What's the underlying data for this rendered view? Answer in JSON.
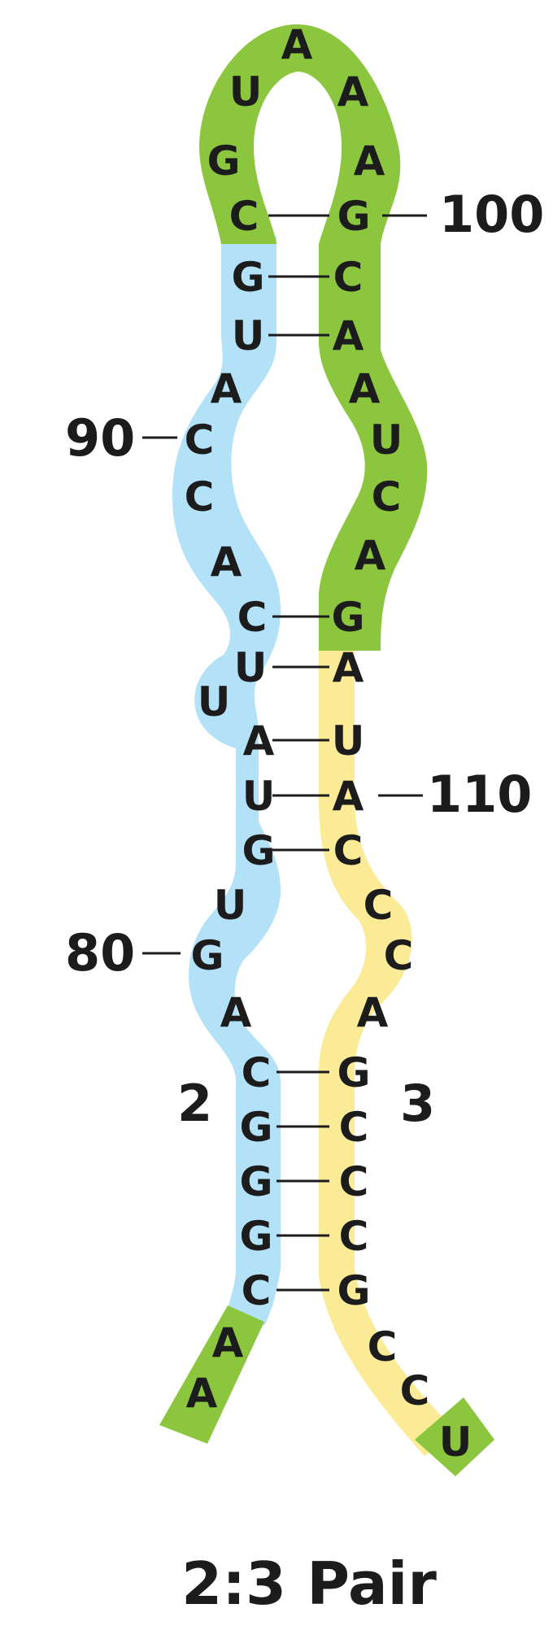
{
  "colors": {
    "green": "#8cc63f",
    "blue": "#b3e1f8",
    "yellow": "#fbeb96",
    "text": "#1c1c1c"
  },
  "loop": {
    "left_arm": [
      "C",
      "G",
      "U"
    ],
    "apex": "A",
    "right_arm": [
      "A",
      "A",
      "G"
    ]
  },
  "strand_left": {
    "paired_upper": [
      "G",
      "U"
    ],
    "bulge_upper": [
      "A",
      "C",
      "C",
      "A"
    ],
    "paired_mid": [
      "C",
      "U"
    ],
    "bulge_single": "U",
    "paired_lower": [
      "A",
      "U",
      "G"
    ],
    "bulge_lower": [
      "U",
      "G",
      "A"
    ],
    "paired_stem": [
      "C",
      "G",
      "G",
      "G",
      "C"
    ],
    "tail": [
      "A",
      "A"
    ]
  },
  "strand_right": {
    "paired_upper": [
      "C",
      "A"
    ],
    "bulge_upper": [
      "A",
      "U",
      "C",
      "A"
    ],
    "paired_mid": [
      "G",
      "A"
    ],
    "paired_lower": [
      "U",
      "A",
      "C"
    ],
    "bulge_lower": [
      "C",
      "C",
      "A"
    ],
    "paired_stem": [
      "G",
      "C",
      "C",
      "C",
      "G"
    ],
    "tail": [
      "C",
      "C",
      "U"
    ]
  },
  "position_labels": [
    "100",
    "90",
    "110",
    "80"
  ],
  "region_labels": {
    "left": "2",
    "right": "3"
  },
  "caption": "2:3 Pair"
}
